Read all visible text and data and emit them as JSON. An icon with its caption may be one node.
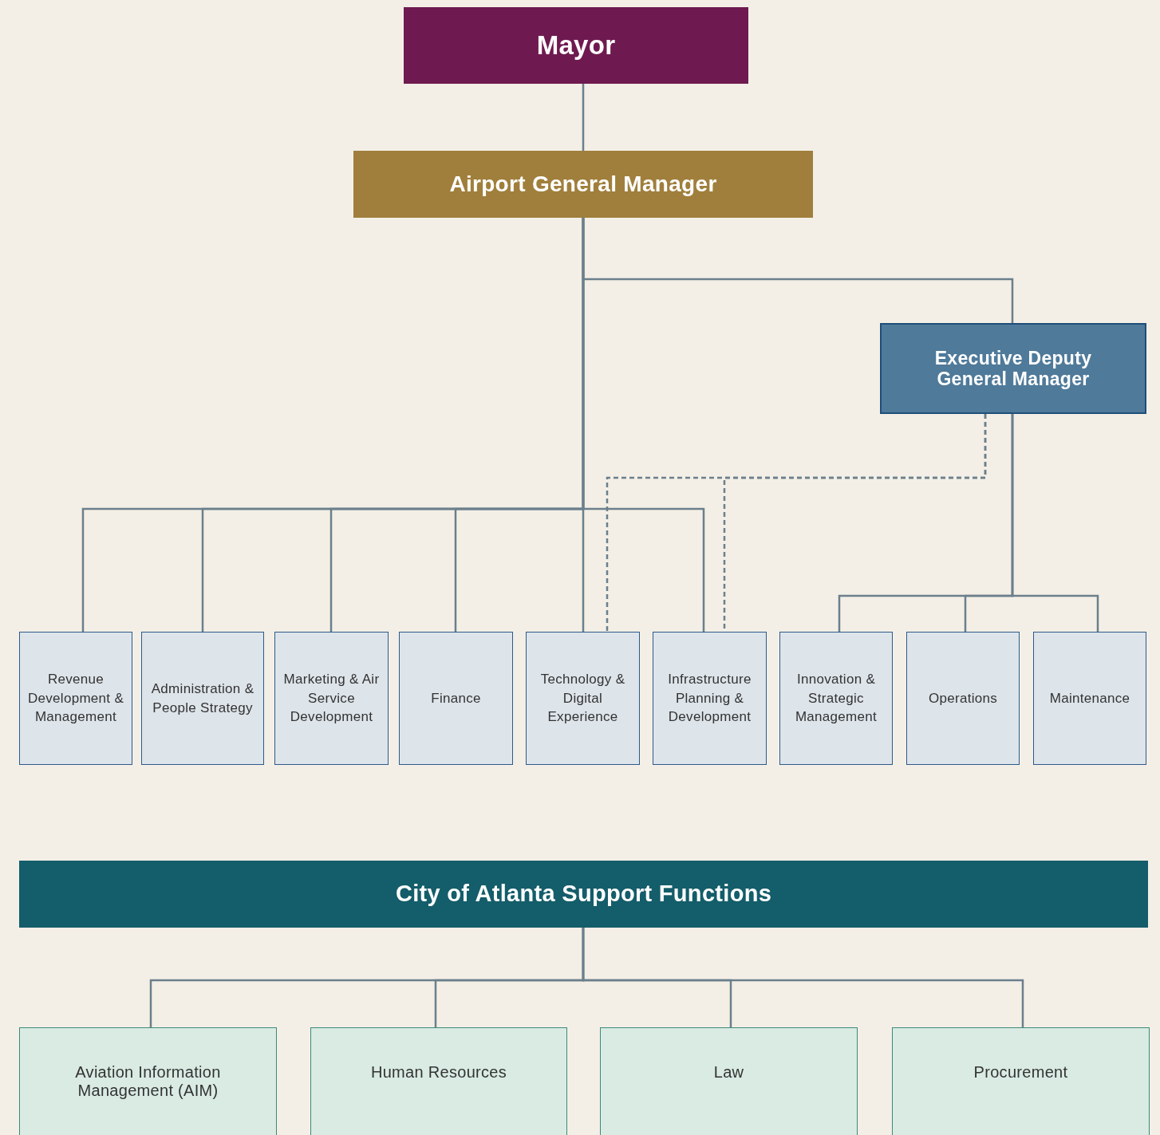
{
  "diagram": {
    "nodes": [
      {
        "text": [
          "Mayor"
        ]
      },
      {
        "text": [
          "Airport General Manager"
        ]
      },
      {
        "text": [
          "Executive Deputy General Manager"
        ]
      },
      {
        "text": [
          "Revenue Development & Management"
        ]
      },
      {
        "text": [
          "Administration & People Strategy"
        ]
      },
      {
        "text": [
          "Marketing & Air Service Development"
        ]
      },
      {
        "text": [
          "Finance"
        ]
      },
      {
        "text": [
          "Technology & Digital Experience"
        ]
      },
      {
        "text": [
          "Infrastructure Planning & Development"
        ]
      },
      {
        "text": [
          "Innovation & Strategic Management"
        ]
      },
      {
        "text": [
          "Operations"
        ]
      },
      {
        "text": [
          "Maintenance"
        ]
      },
      {
        "text": [
          "City of Atlanta Support Functions"
        ]
      },
      {
        "text": [
          "Aviation Information Management (AIM)"
        ]
      },
      {
        "text": [
          "Human Resources"
        ]
      },
      {
        "text": [
          "Law"
        ]
      },
      {
        "text": [
          "Procurement"
        ]
      }
    ],
    "edges": [
      {
        "from": 0,
        "to": 1,
        "arrow": "none"
      },
      {
        "from": 1,
        "to": 2,
        "arrow": "none"
      },
      {
        "from": 1,
        "to": 3,
        "arrow": "none"
      },
      {
        "from": 1,
        "to": 4,
        "arrow": "none"
      },
      {
        "from": 1,
        "to": 5,
        "arrow": "none"
      },
      {
        "from": 1,
        "to": 6,
        "arrow": "none"
      },
      {
        "from": 1,
        "to": 7,
        "arrow": "none"
      },
      {
        "from": 1,
        "to": 8,
        "arrow": "none"
      },
      {
        "from": 2,
        "to": 7,
        "arrow": "none",
        "style": "dashed"
      },
      {
        "from": 2,
        "to": 8,
        "arrow": "none",
        "style": "dashed"
      },
      {
        "from": 2,
        "to": 9,
        "arrow": "none"
      },
      {
        "from": 2,
        "to": 10,
        "arrow": "none"
      },
      {
        "from": 2,
        "to": 11,
        "arrow": "none"
      },
      {
        "from": 12,
        "to": 13,
        "arrow": "none"
      },
      {
        "from": 12,
        "to": 14,
        "arrow": "none"
      },
      {
        "from": 12,
        "to": 15,
        "arrow": "none"
      },
      {
        "from": 12,
        "to": 16,
        "arrow": "none"
      }
    ]
  }
}
